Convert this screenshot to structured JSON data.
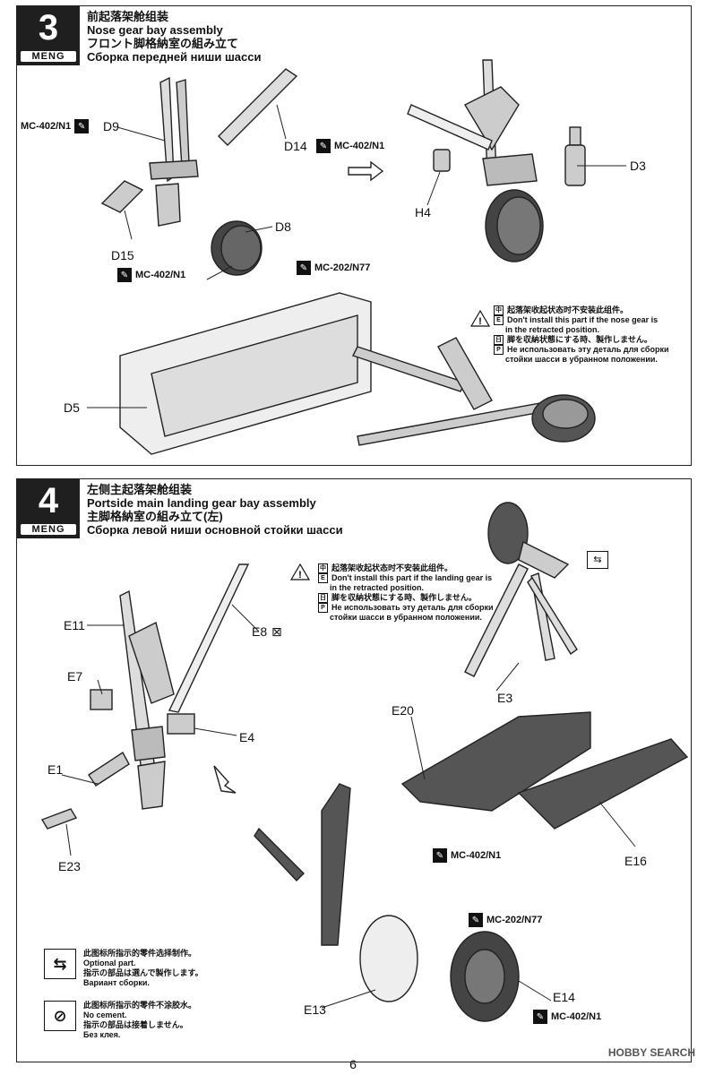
{
  "step3": {
    "number": "3",
    "brand": "MENG",
    "title_cn": "前起落架舱组装",
    "title_en": "Nose gear bay assembly",
    "title_jp": "フロント脚格納室の組み立て",
    "title_ru": "Сборка передней ниши шасси",
    "labels": {
      "D9": "D9",
      "D14": "D14",
      "D15": "D15",
      "D8": "D8",
      "D3": "D3",
      "H4": "H4",
      "D5": "D5"
    },
    "paints": {
      "p1": "MC-402/N1",
      "p2": "MC-402/N1",
      "p3": "MC-402/N1",
      "p4": "MC-202/N77"
    },
    "warning": {
      "cn": "起落架收起状态时不安装此组件。",
      "en1": "Don't install this part if the nose gear is",
      "en2": "in the retracted position.",
      "jp": "脚を収納状態にする時、製作しません。",
      "ru1": "Не использовать эту деталь для сборки",
      "ru2": "стойки шасси в убранном положении."
    }
  },
  "step4": {
    "number": "4",
    "brand": "MENG",
    "title_cn": "左侧主起落架舱组装",
    "title_en": "Portside main landing gear bay assembly",
    "title_jp": "主脚格納室の組み立て(左)",
    "title_ru": "Сборка левой ниши основной стойки шасси",
    "labels": {
      "E11": "E11",
      "E8": "E8",
      "E7": "E7",
      "E4": "E4",
      "E1": "E1",
      "E23": "E23",
      "E3": "E3",
      "E20": "E20",
      "E16": "E16",
      "E13": "E13",
      "E14": "E14"
    },
    "paints": {
      "p1": "MC-402/N1",
      "p2": "MC-202/N77",
      "p3": "MC-402/N1"
    },
    "warning": {
      "cn": "起落架收起状态时不安装此组件。",
      "en1": "Don't install this part if the landing gear is",
      "en2": "in the retracted position.",
      "jp": "脚を収納状態にする時、製作しません。",
      "ru1": "Не использовать эту деталь для сборки",
      "ru2": "стойки шасси в убранном положении."
    },
    "legend_optional": {
      "cn": "此图标所指示的零件选择制作。",
      "en": "Optional part.",
      "jp": "指示の部品は選んで製作します。",
      "ru": "Вариант сборки."
    },
    "legend_nocement": {
      "cn": "此图标所指示的零件不涂胶水。",
      "en": "No cement.",
      "jp": "指示の部品は接着しません。",
      "ru": "Без клея."
    }
  },
  "page_number": "6",
  "watermark": "HOBBY SEARCH"
}
